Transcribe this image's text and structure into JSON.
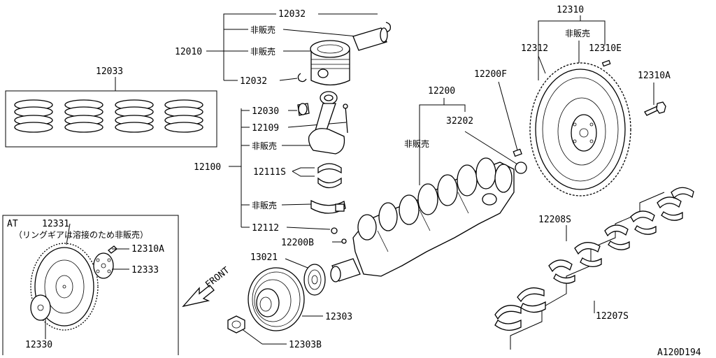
{
  "labels": {
    "l12032a": "12032",
    "l_nh1": "非販売",
    "l12010": "12010",
    "l_nh2": "非販売",
    "l12032b": "12032",
    "l12033": "12033",
    "l12030": "12030",
    "l12109": "12109",
    "l_nh3": "非販売",
    "l12100": "12100",
    "l12111s": "12111S",
    "l_nh4": "非販売",
    "l12112": "12112",
    "l12200b": "12200B",
    "l13021": "13021",
    "l12303": "12303",
    "l12303b": "12303B",
    "l12200": "12200",
    "l32202": "32202",
    "l_nh5": "非販売",
    "l12200f": "12200F",
    "l12310": "12310",
    "l12312": "12312",
    "l_nh6": "非販売",
    "l12310e": "12310E",
    "l12310a": "12310A",
    "l12208s": "12208S",
    "l12207s": "12207S",
    "at": "AT",
    "at12331": "12331",
    "at_note": "（リングギアは溶接のため非販売）",
    "at12310a": "12310A",
    "at12333": "12333",
    "at12330": "12330",
    "front": "FRONT",
    "diagram_id": "A120D194"
  }
}
